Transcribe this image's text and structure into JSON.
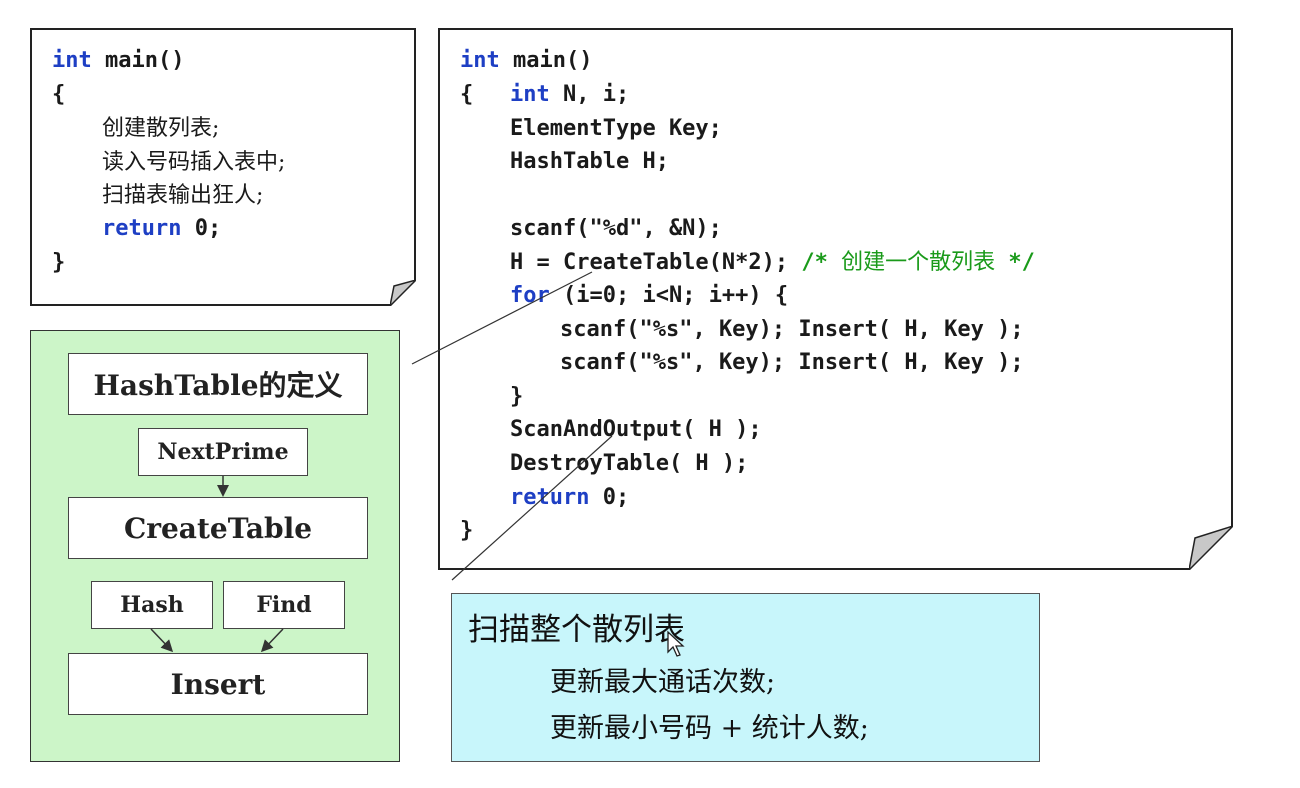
{
  "left_card": {
    "lines": [
      "int",
      " main()",
      "{",
      "创建散列表;",
      "读入号码插入表中;",
      "扫描表输出狂人;",
      "return",
      " 0;",
      "}"
    ]
  },
  "right_card": {
    "l1_kw": "int",
    "l1_rest": " main()",
    "l2_brace": "{",
    "l2_kw": "int",
    "l2_rest": " N, i;",
    "l3": "ElementType Key;",
    "l4": "HashTable H;",
    "l5": "scanf(\"%d\", &N);",
    "l6_code": "H = CreateTable(N*2); ",
    "l6_comment_a": "/* ",
    "l6_comment_cn": "创建一个散列表",
    "l6_comment_b": " */",
    "l7_kw": "for",
    "l7_rest": " (i=0; i<N; i++) {",
    "l8": "scanf(\"%s\", Key); Insert( H, Key );",
    "l9": "scanf(\"%s\", Key); Insert( H, Key );",
    "l10": "}",
    "l11": "ScanAndOutput( H );",
    "l12": "DestroyTable( H );",
    "l13_kw": "return",
    "l13_rest": " 0;",
    "l14": "}"
  },
  "diagram": {
    "hashtable_def": "HashTable的定义",
    "nextprime": "NextPrime",
    "createtable": "CreateTable",
    "hash": "Hash",
    "find": "Find",
    "insert": "Insert"
  },
  "note": {
    "title": "扫描整个散列表",
    "line1": "更新最大通话次数;",
    "line2": "更新最小号码 + 统计人数;"
  },
  "colors": {
    "keyword": "#1e3fc4",
    "comment": "#1a9a1a",
    "diagram_bg": "#ccf5c8",
    "note_bg": "#c8f6fb"
  }
}
